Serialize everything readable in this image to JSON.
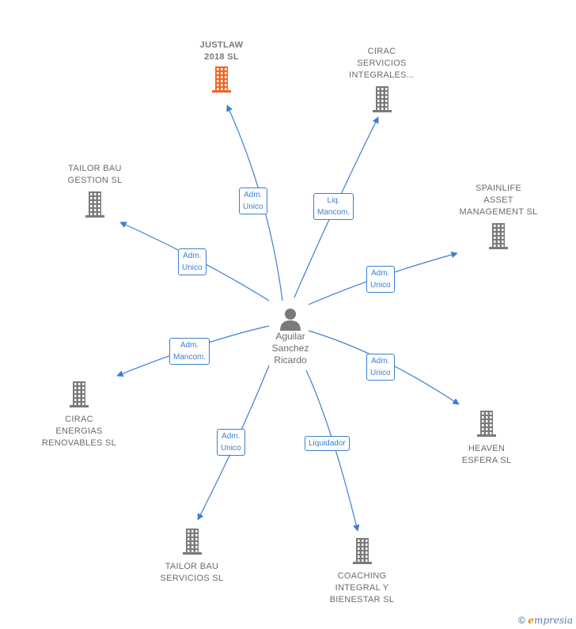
{
  "center": {
    "name_lines": [
      "Aguilar",
      "Sanchez",
      "Ricardo"
    ],
    "icon": "person-icon"
  },
  "colors": {
    "edge": "#3b7fd0",
    "building": "#7a7a7a",
    "highlight": "#f26522"
  },
  "companies": [
    {
      "id": "justlaw",
      "name": "JUSTLAW\n2018  SL",
      "highlight": true
    },
    {
      "id": "cirac-servicios",
      "name": "CIRAC\nSERVICIOS\nINTEGRALES...",
      "highlight": false
    },
    {
      "id": "tailor-gestion",
      "name": "TAILOR BAU\nGESTION  SL",
      "highlight": false
    },
    {
      "id": "spainlife",
      "name": "SPAINLIFE\nASSET\nMANAGEMENT SL",
      "highlight": false
    },
    {
      "id": "cirac-energias",
      "name": "CIRAC\nENERGIAS\nRENOVABLES SL",
      "highlight": false
    },
    {
      "id": "heaven",
      "name": "HEAVEN\nESFERA  SL",
      "highlight": false
    },
    {
      "id": "tailor-servicios",
      "name": "TAILOR BAU\nSERVICIOS  SL",
      "highlight": false
    },
    {
      "id": "coaching",
      "name": "COACHING\nINTEGRAL Y\nBIENESTAR  SL",
      "highlight": false
    }
  ],
  "relations": [
    {
      "to": "justlaw",
      "label": "Adm.\nUnico"
    },
    {
      "to": "cirac-servicios",
      "label": "Liq.\nMancom."
    },
    {
      "to": "tailor-gestion",
      "label": "Adm.\nUnico"
    },
    {
      "to": "spainlife",
      "label": "Adm.\nUnico"
    },
    {
      "to": "cirac-energias",
      "label": "Adm.\nMancom."
    },
    {
      "to": "heaven",
      "label": "Adm.\nUnico"
    },
    {
      "to": "tailor-servicios",
      "label": "Adm.\nUnico"
    },
    {
      "to": "coaching",
      "label": "Liquidador"
    }
  ],
  "footer": {
    "copyright": "©",
    "brand": "mpresia",
    "brand_initial": "e"
  }
}
